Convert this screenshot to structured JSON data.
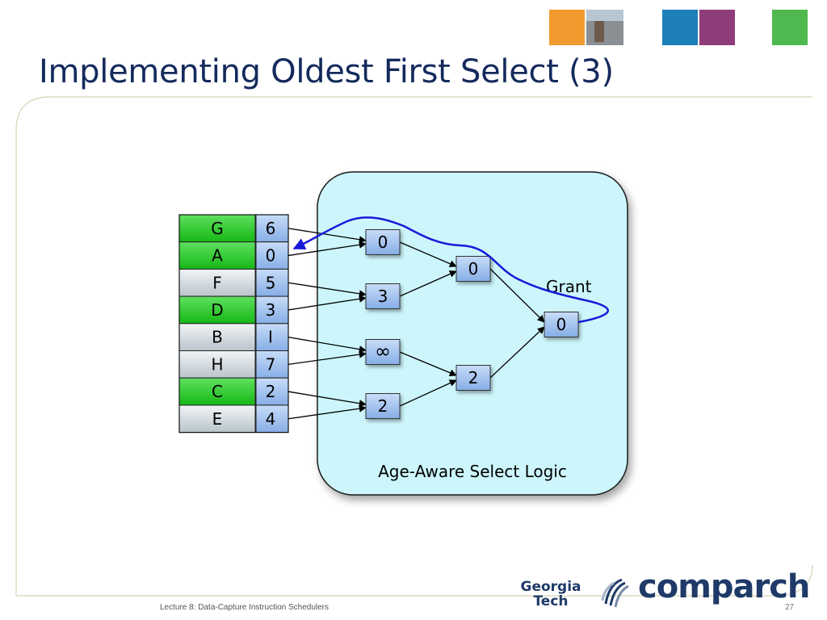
{
  "slide": {
    "title": "Implementing Oldest First Select (3)",
    "footer": "Lecture 8: Data-Capture Instruction Schedulers",
    "page_number": "27"
  },
  "logos": {
    "georgia_line1": "Georgia",
    "georgia_line2": "Tech",
    "comparch": "comparch"
  },
  "colors": {
    "title": "#142a5c",
    "green_cell": "#2fcf2f",
    "grey_cell": "#d8e0e6",
    "age_cell": "#a9c9f4",
    "logic_box": "#ccf6fb",
    "wire_blue": "#1a1ad8",
    "deco_orange": "#f39a2e",
    "deco_blue": "#1d7fb8",
    "deco_green": "#4fb94f"
  },
  "rs_entries": [
    {
      "name": "G",
      "age": "6",
      "ready": true
    },
    {
      "name": "A",
      "age": "0",
      "ready": true
    },
    {
      "name": "F",
      "age": "5",
      "ready": false
    },
    {
      "name": "D",
      "age": "3",
      "ready": true
    },
    {
      "name": "B",
      "age": "I",
      "ready": false
    },
    {
      "name": "H",
      "age": "7",
      "ready": false
    },
    {
      "name": "C",
      "age": "2",
      "ready": true
    },
    {
      "name": "E",
      "age": "4",
      "ready": false
    }
  ],
  "tree": {
    "level1": [
      "0",
      "3",
      "∞",
      "2"
    ],
    "level2": [
      "0",
      "2"
    ],
    "root": "0"
  },
  "labels": {
    "grant": "Grant",
    "logic": "Age-Aware Select Logic"
  }
}
